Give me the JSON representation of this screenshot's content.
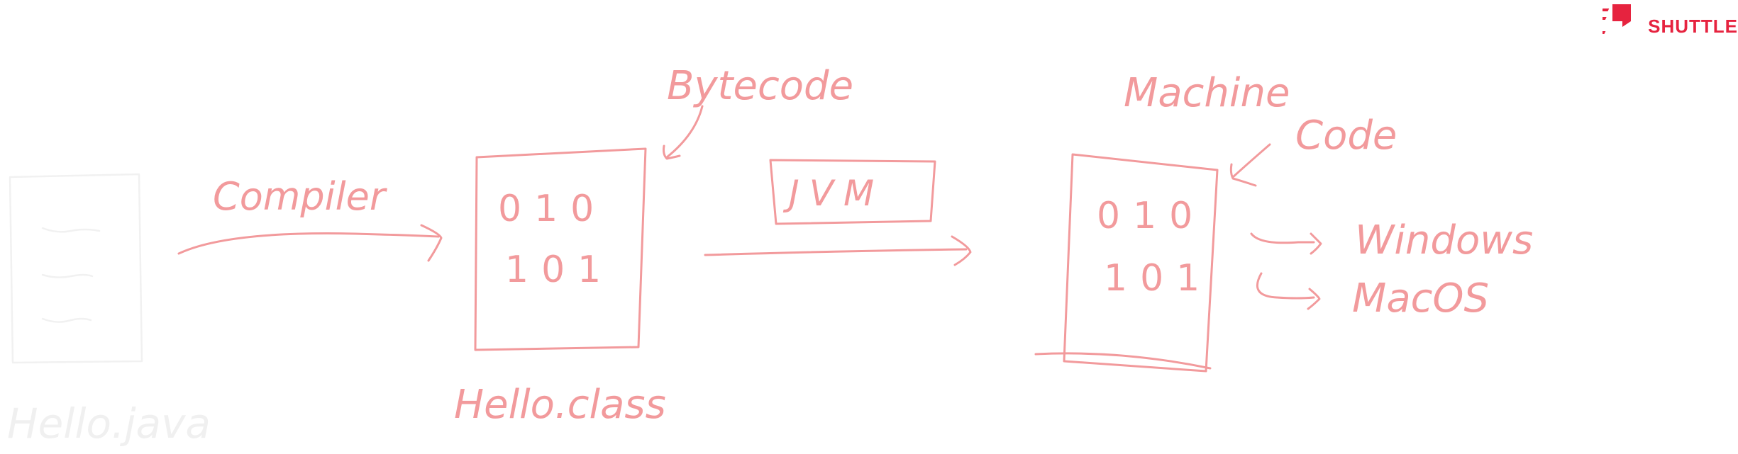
{
  "brand": {
    "name": "SHUTTLE",
    "color": "#e6233f",
    "logo_icon": "shuttle-logo-icon"
  },
  "ink_color": "#f29a9c",
  "diagram": {
    "source_file": "Hello.java",
    "compiler_label": "Compiler",
    "bytecode_label": "Bytecode",
    "class_file": "Hello.class",
    "class_bits": [
      "010",
      "101"
    ],
    "jvm_label": "JVM",
    "machine_label_line1": "Machine",
    "machine_label_line2": "Code",
    "machine_bits": [
      "010",
      "101"
    ],
    "targets": [
      "Windows",
      "MacOS"
    ]
  }
}
